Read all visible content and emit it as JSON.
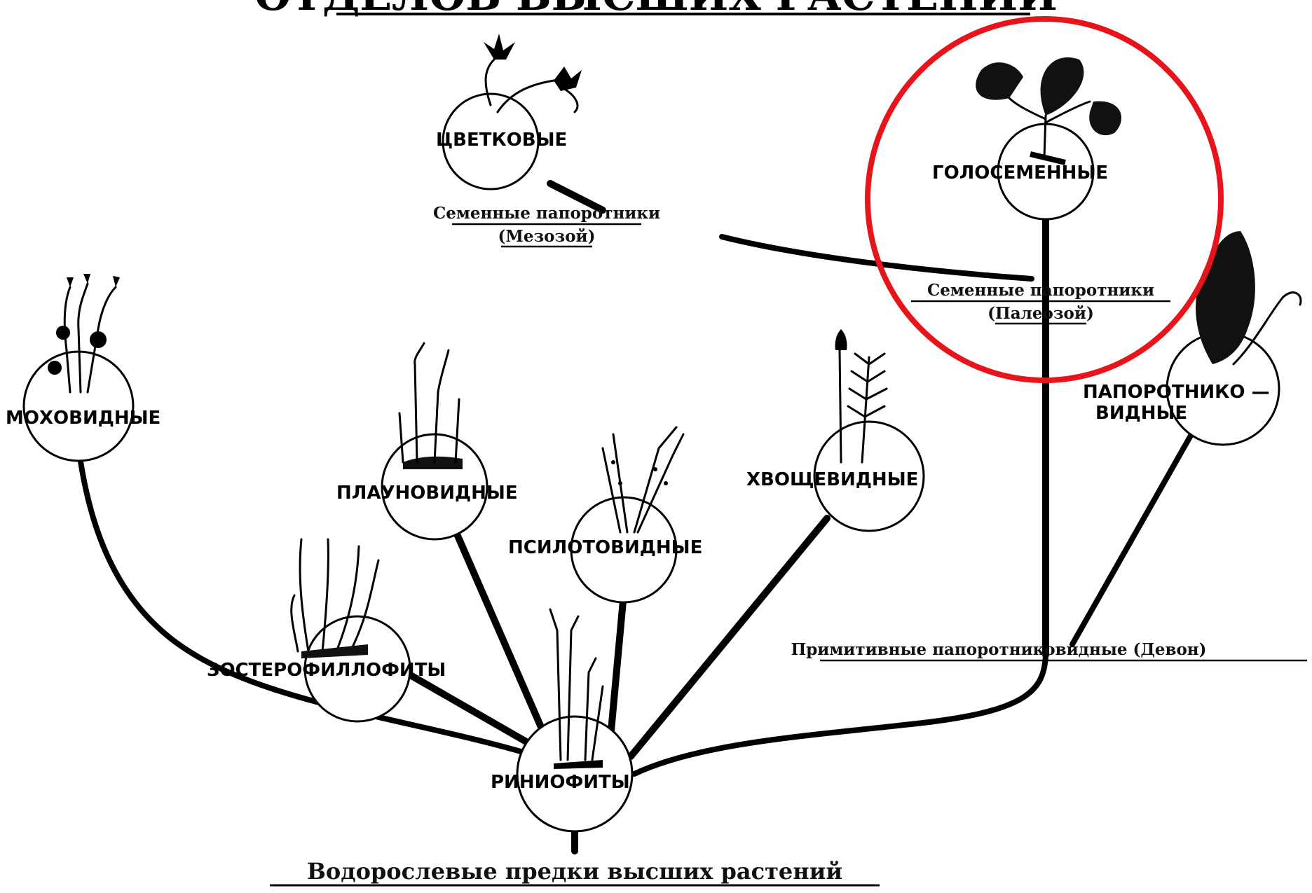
{
  "title": "ОТДЕЛОВ ВЫСШИХ РАСТЕНИЙ",
  "groups": {
    "flowering": "ЦВЕТКОВЫЕ",
    "gymnosperms": "ГОЛОСЕМЕННЫЕ",
    "bryophytes": "МОХОВИДНЫЕ",
    "ferns_line1": "ПАПОРОТНИКО —",
    "ferns_line2": "ВИДНЫЕ",
    "lycophytes": "ПЛАУНОВИДНЫЕ",
    "psilotophytes": "ПСИЛОТОВИДНЫЕ",
    "horsetails": "ХВОЩЕВИДНЫЕ",
    "zosterophyllophytes": "ЗОСТЕРОФИЛЛОФИТЫ",
    "rhyniophytes": "РИНИОФИТЫ"
  },
  "intermediates": {
    "seed_ferns_mesozoic_line1": "Семенные папоротники",
    "seed_ferns_mesozoic_line2": "(Мезозой)",
    "seed_ferns_paleozoic_line1": "Семенные папоротники",
    "seed_ferns_paleozoic_line2": "(Палеозой)",
    "primitive_ferns": "Примитивные папоротниковидные (Девон)",
    "ancestors": "Водорослевые предки высших растений"
  },
  "highlight_color": "#e8141b"
}
